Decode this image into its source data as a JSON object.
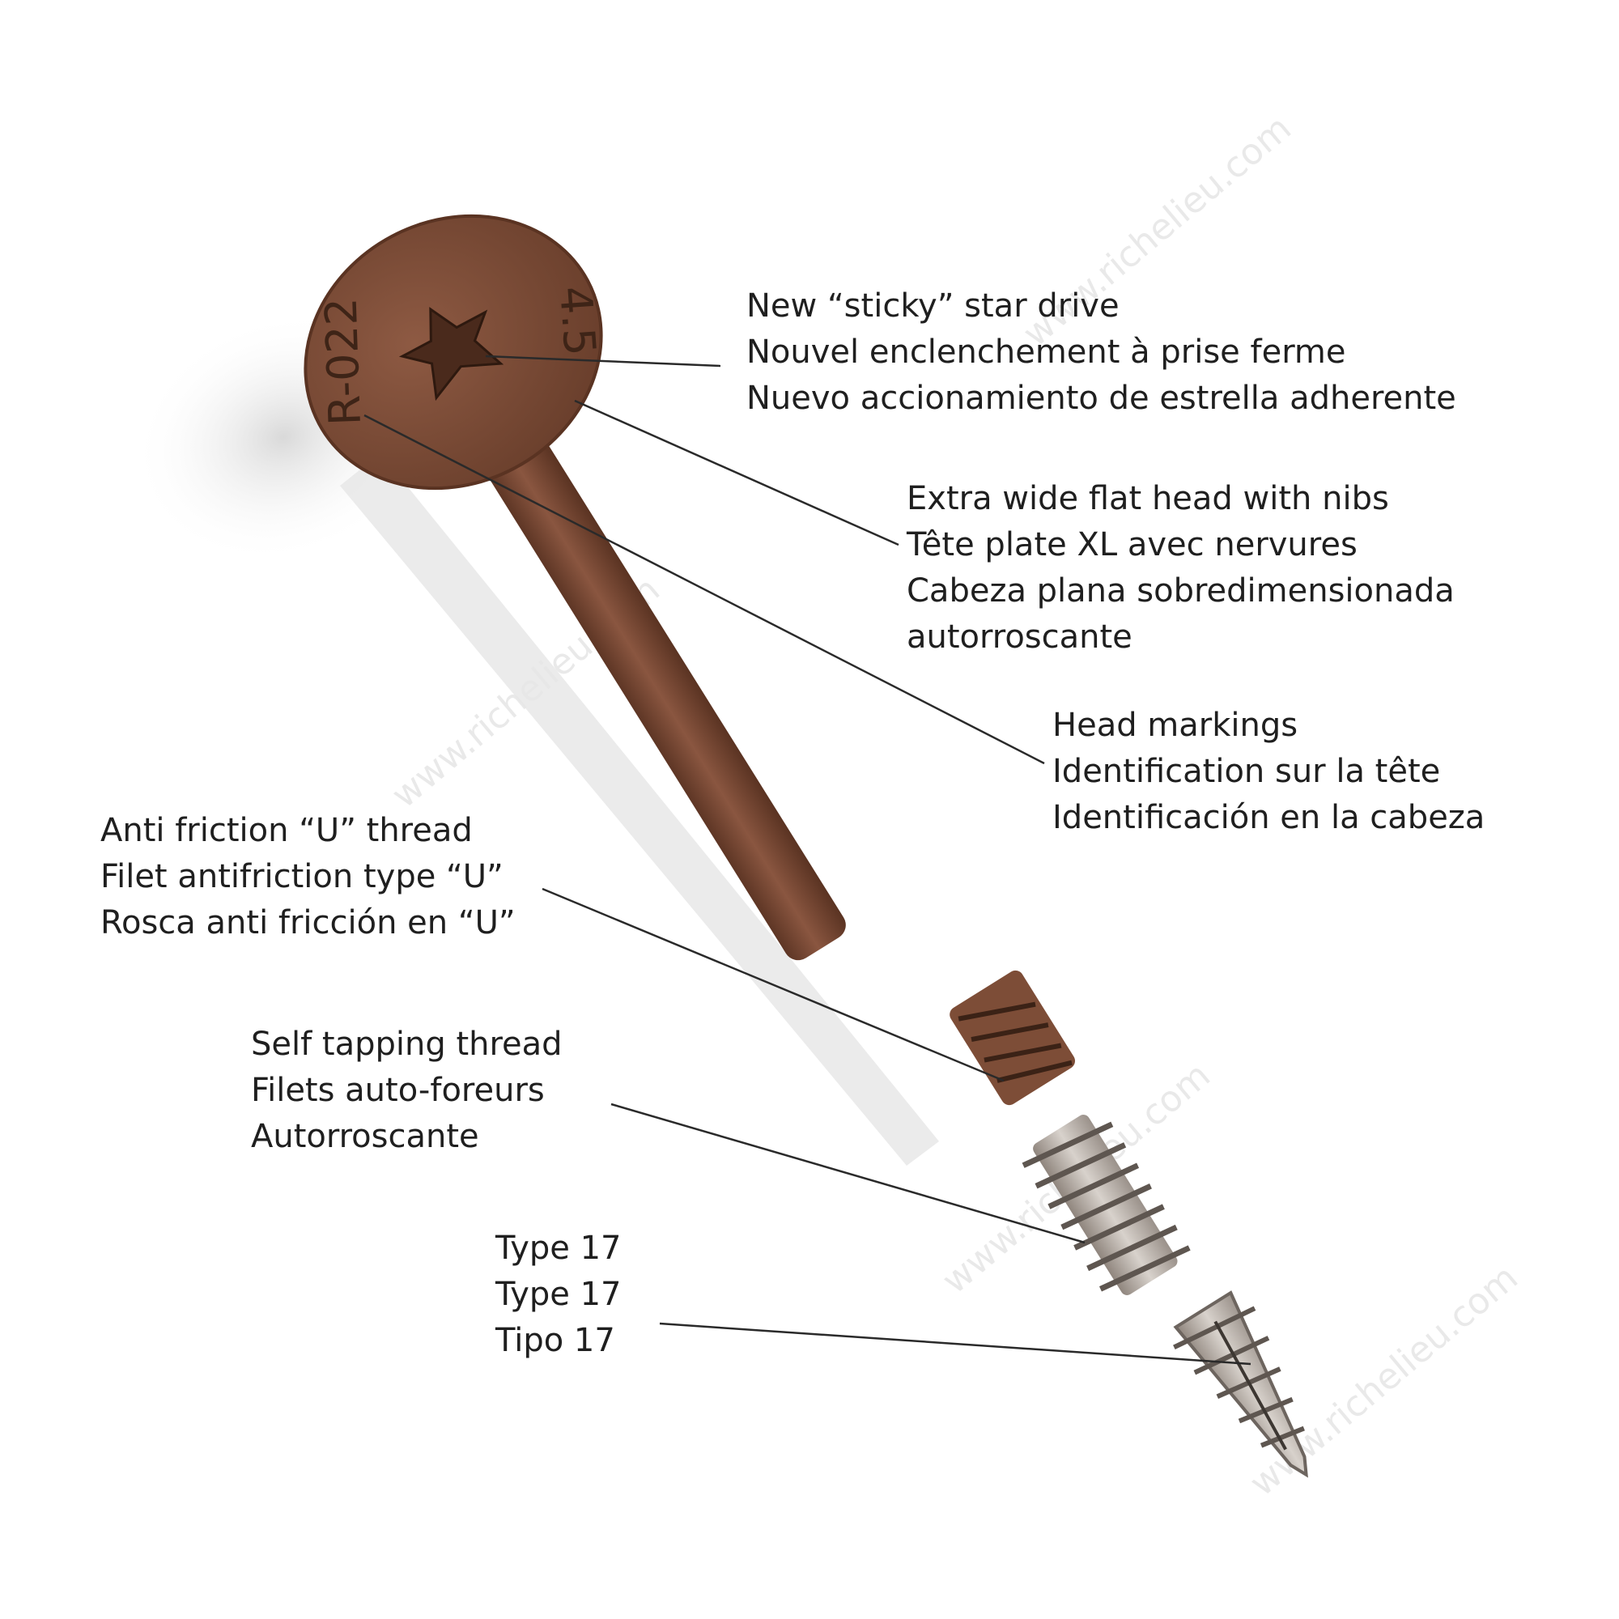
{
  "watermark": "www.richelieu.com",
  "head_markings": {
    "code": "R-022",
    "size": "4.5"
  },
  "colors": {
    "screw_brown": "#7a4a35",
    "thread_steel": "#b9b1aa",
    "leader_line": "#2a2a2a",
    "text": "#1f1f1f"
  },
  "callouts": {
    "star_drive": [
      "New “sticky” star drive",
      "Nouvel enclenchement à prise ferme",
      "Nuevo accionamiento de estrella adherente"
    ],
    "flat_head": [
      "Extra wide flat head with nibs",
      "Tête plate XL avec nervures",
      "Cabeza plana sobredimensionada",
      "autorroscante"
    ],
    "head_markings": [
      "Head markings",
      "Identification sur la tête",
      "Identificación en la cabeza"
    ],
    "u_thread": [
      "Anti friction “U” thread",
      "Filet antifriction type “U”",
      "Rosca anti fricción en “U”"
    ],
    "self_tapping": [
      "Self tapping thread",
      "Filets auto-foreurs",
      "Autorroscante"
    ],
    "type17": [
      "Type 17",
      "Type 17",
      "Tipo 17"
    ]
  }
}
